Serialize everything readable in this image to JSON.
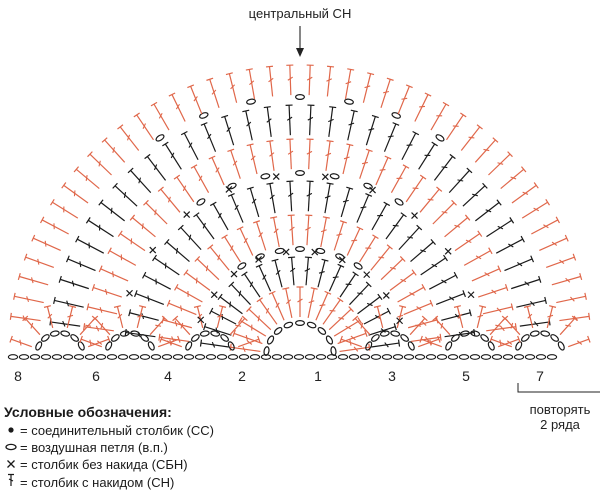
{
  "top_label": "центральный СН",
  "row_numbers": [
    "8",
    "6",
    "4",
    "2",
    "1",
    "3",
    "5",
    "7"
  ],
  "repeat_note": [
    "повторять",
    "2 ряда"
  ],
  "legend": {
    "title": "Условные обозначения:",
    "items": [
      {
        "symbol": "slip-stitch",
        "text": "= соединительный столбик (СС)"
      },
      {
        "symbol": "chain",
        "text": "= воздушная петля (в.п.)"
      },
      {
        "symbol": "single-crochet",
        "text": "= столбик без накида (СБН)"
      },
      {
        "symbol": "double-crochet",
        "text": "= столбик с накидом (СН)"
      }
    ]
  },
  "colors": {
    "odd_rows": "#1a1a1a",
    "even_rows": "#e0674a",
    "text": "#222222"
  }
}
